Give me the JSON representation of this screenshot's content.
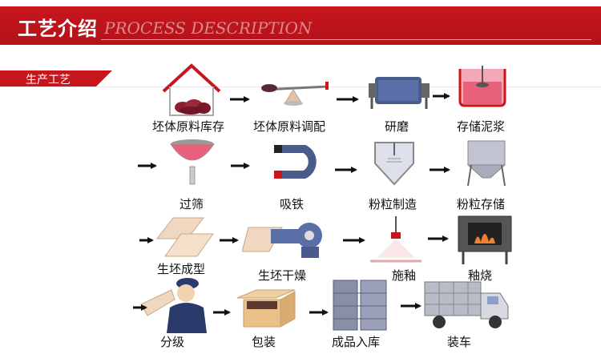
{
  "header": {
    "title": "工艺介绍",
    "subtitle": "PROCESS DESCRIPTION"
  },
  "section": {
    "label": "生产工艺"
  },
  "colors": {
    "brand_red": "#c8161d",
    "arrow": "#111111"
  },
  "steps": [
    {
      "label": "坯体原料库存",
      "icon": "warehouse-icon"
    },
    {
      "label": "坯体原料调配",
      "icon": "balance-scale-icon"
    },
    {
      "label": "研磨",
      "icon": "ball-mill-icon"
    },
    {
      "label": "存储泥浆",
      "icon": "slurry-tank-icon"
    },
    {
      "label": "过筛",
      "icon": "sieve-funnel-icon"
    },
    {
      "label": "吸铁",
      "icon": "magnet-icon"
    },
    {
      "label": "粉粒制造",
      "icon": "spray-dryer-icon"
    },
    {
      "label": "粉粒存储",
      "icon": "silo-icon"
    },
    {
      "label": "生坯成型",
      "icon": "tile-forming-icon"
    },
    {
      "label": "生坯干燥",
      "icon": "dryer-fan-icon"
    },
    {
      "label": "施釉",
      "icon": "glaze-spray-icon"
    },
    {
      "label": "釉烧",
      "icon": "kiln-icon"
    },
    {
      "label": "分级",
      "icon": "inspector-icon"
    },
    {
      "label": "包装",
      "icon": "box-icon"
    },
    {
      "label": "成品入库",
      "icon": "stacked-boxes-icon"
    },
    {
      "label": "装车",
      "icon": "truck-icon"
    }
  ]
}
